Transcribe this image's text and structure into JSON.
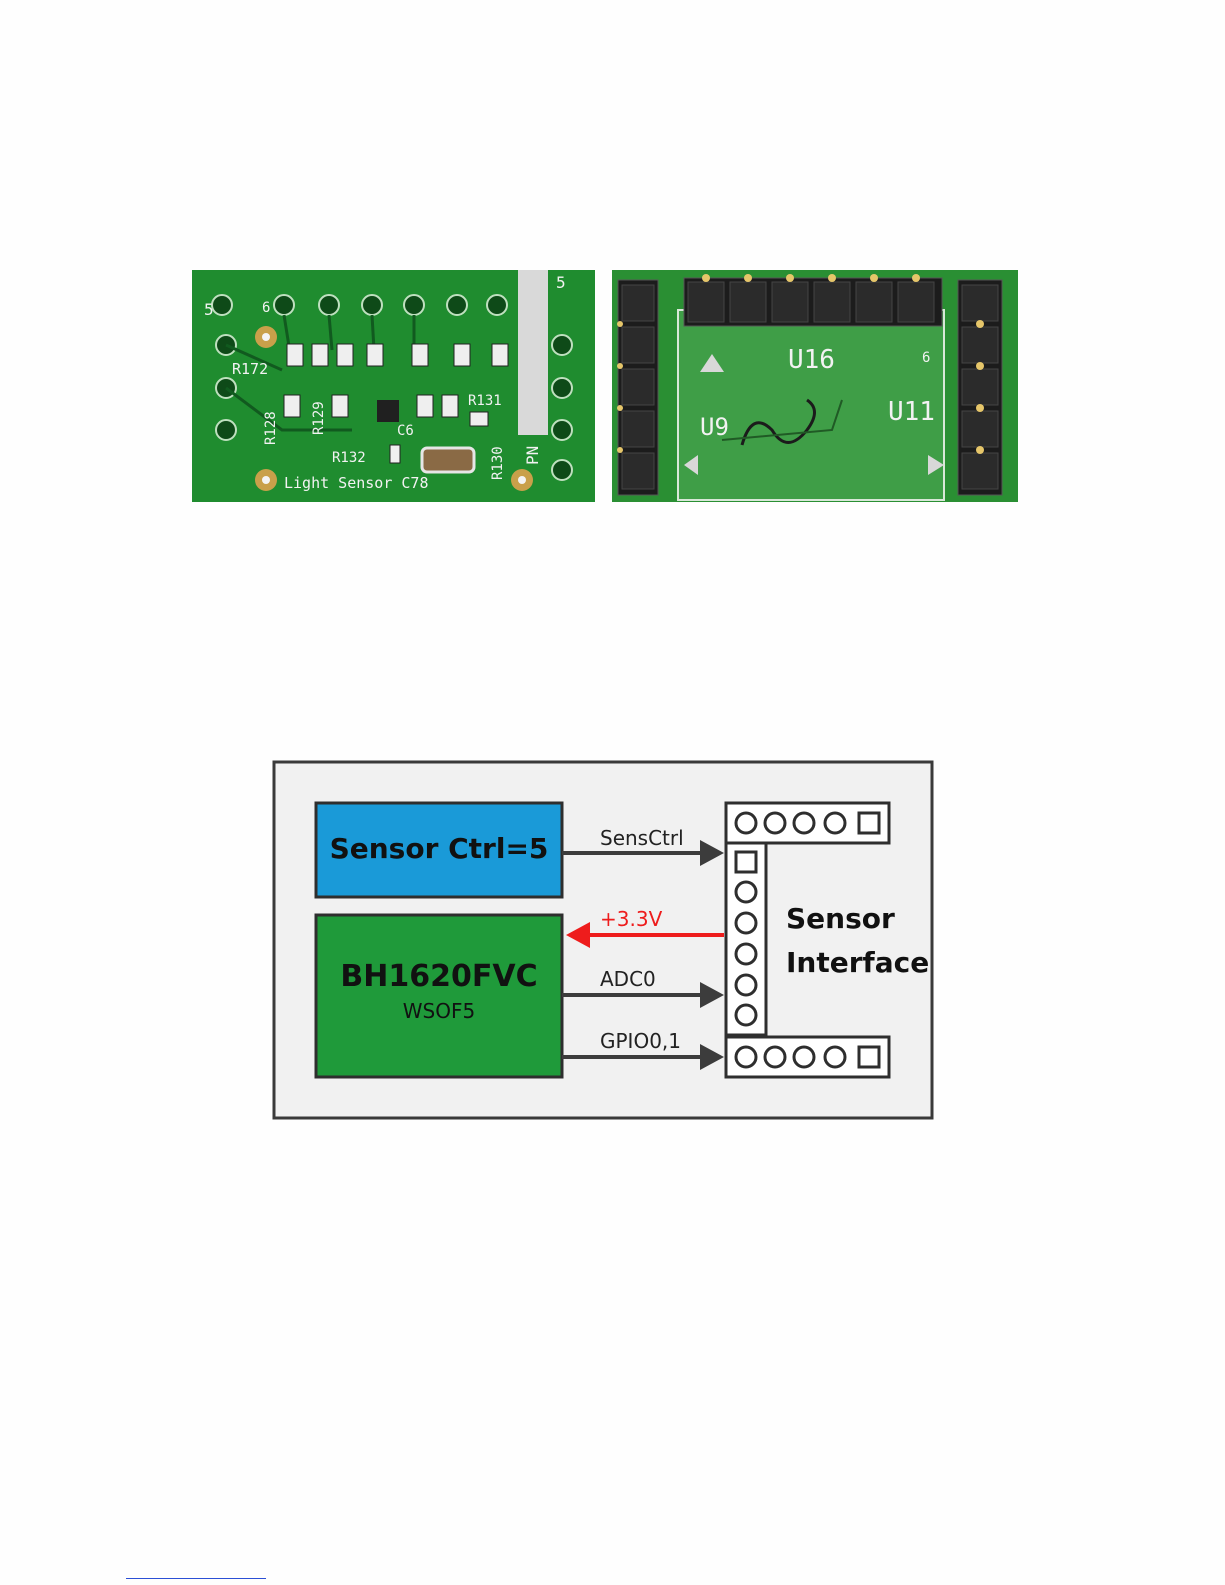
{
  "colors": {
    "pcb_green": "#1f8c2f",
    "ctrl_block": "#1a9ad8",
    "chip_block": "#1f9a3a",
    "power_arrow": "#ee1c1c",
    "signal_arrow": "#3c3c3c"
  },
  "photo_top": {
    "silk_labels": {
      "pin_5_left": "5",
      "pin_6": "6",
      "pin_5_right": "5",
      "r172": "R172",
      "r128": "R128",
      "r129": "R129",
      "r131": "R131",
      "r132": "R132",
      "r130": "R130",
      "c6": "C6",
      "pn": "PN",
      "light_sensor": "Light Sensor C78"
    }
  },
  "photo_bottom": {
    "silk_labels": {
      "u16": "U16",
      "u9": "U9",
      "u11": "U11",
      "pin6": "6"
    }
  },
  "diagram": {
    "ctrl_block": "Sensor Ctrl=5",
    "chip_name": "BH1620FVC",
    "chip_package": "WSOF5",
    "interface_line1": "Sensor",
    "interface_line2": "Interface",
    "signals": {
      "sensctrl": "SensCtrl",
      "power": "+3.3V",
      "adc": "ADC0",
      "gpio": "GPIO0,1"
    }
  }
}
